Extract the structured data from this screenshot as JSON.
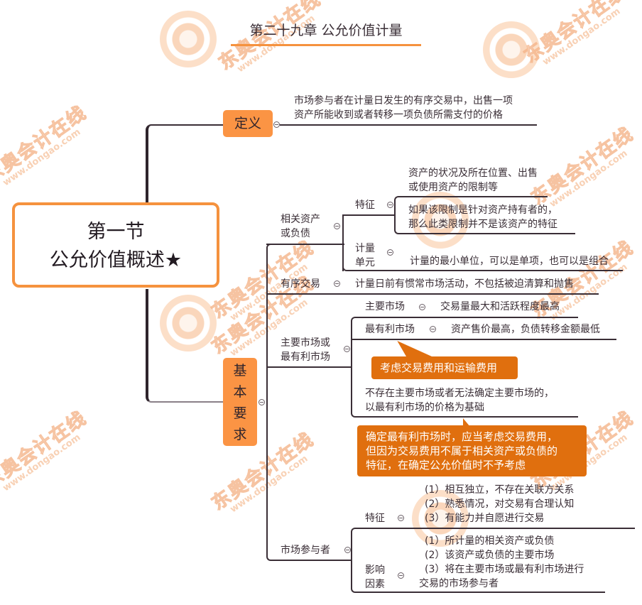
{
  "title": "第二十九章 公允价值计量",
  "root": {
    "line1": "第一节",
    "line2": "公允价值概述★"
  },
  "definition": {
    "label": "定义",
    "text_line1": "市场参与者在计量日发生的有序交易中，出售一项",
    "text_line2": "资产所能收到或者转移一项负债所需支付的价格"
  },
  "requirements": {
    "label_chars": [
      "基",
      "本",
      "要",
      "求"
    ],
    "related_asset": {
      "label_line1": "相关资产",
      "label_line2": "或负债",
      "feature": {
        "label": "特征",
        "item1_line1": "资产的状况及所在位置、出售",
        "item1_line2": "或使用资产的限制等",
        "item2_line1": "如果该限制是针对资产持有者的，",
        "item2_line2": "那么此类限制并不是该资产的特征"
      },
      "unit": {
        "label_line1": "计量",
        "label_line2": "单元",
        "text": "计量的最小单位，可以是单项，也可以是组合"
      }
    },
    "orderly": {
      "label": "有序交易",
      "text": "计量日前有惯常市场活动，不包括被迫清算和抛售"
    },
    "market": {
      "label_line1": "主要市场或",
      "label_line2": "最有利市场",
      "principal": {
        "label": "主要市场",
        "text": "交易量最大和活跃程度最高"
      },
      "advantageous": {
        "label": "最有利市场",
        "text": "资产售价最高，负债转移金额最低"
      },
      "callout1": "考虑交易费用和运输费用",
      "fallback_line1": "不存在主要市场或者无法确定主要市场的，",
      "fallback_line2": "以最有利市场的价格为基础",
      "callout2_line1": "确定最有利市场时，应当考虑交易费用，",
      "callout2_line2": "但因为交易费用不属于相关资产或负债的",
      "callout2_line3": "特征，在确定公允价值时不予考虑"
    },
    "participants": {
      "label": "市场参与者",
      "feature": {
        "label": "特征",
        "items": [
          "(1）相互独立，不存在关联方关系",
          "(2）熟悉情况，对交易有合理认知",
          "(3）有能力并自愿进行交易"
        ]
      },
      "factors": {
        "label_line1": "影响",
        "label_line2": "因素",
        "items": [
          "(1）所计量的相关资产或负债",
          "(2）该资产或负债的主要市场",
          "(3）将在主要市场或最有利市场进行"
        ],
        "item3_cont": "交易的市场参与者"
      }
    }
  },
  "watermark": {
    "brand": "东奥会计在线",
    "url": "www.dongao.com"
  },
  "colors": {
    "accent": "#f5923e",
    "node": "#fb9444",
    "callout": "#e06f0e",
    "line": "#3a2e36"
  }
}
